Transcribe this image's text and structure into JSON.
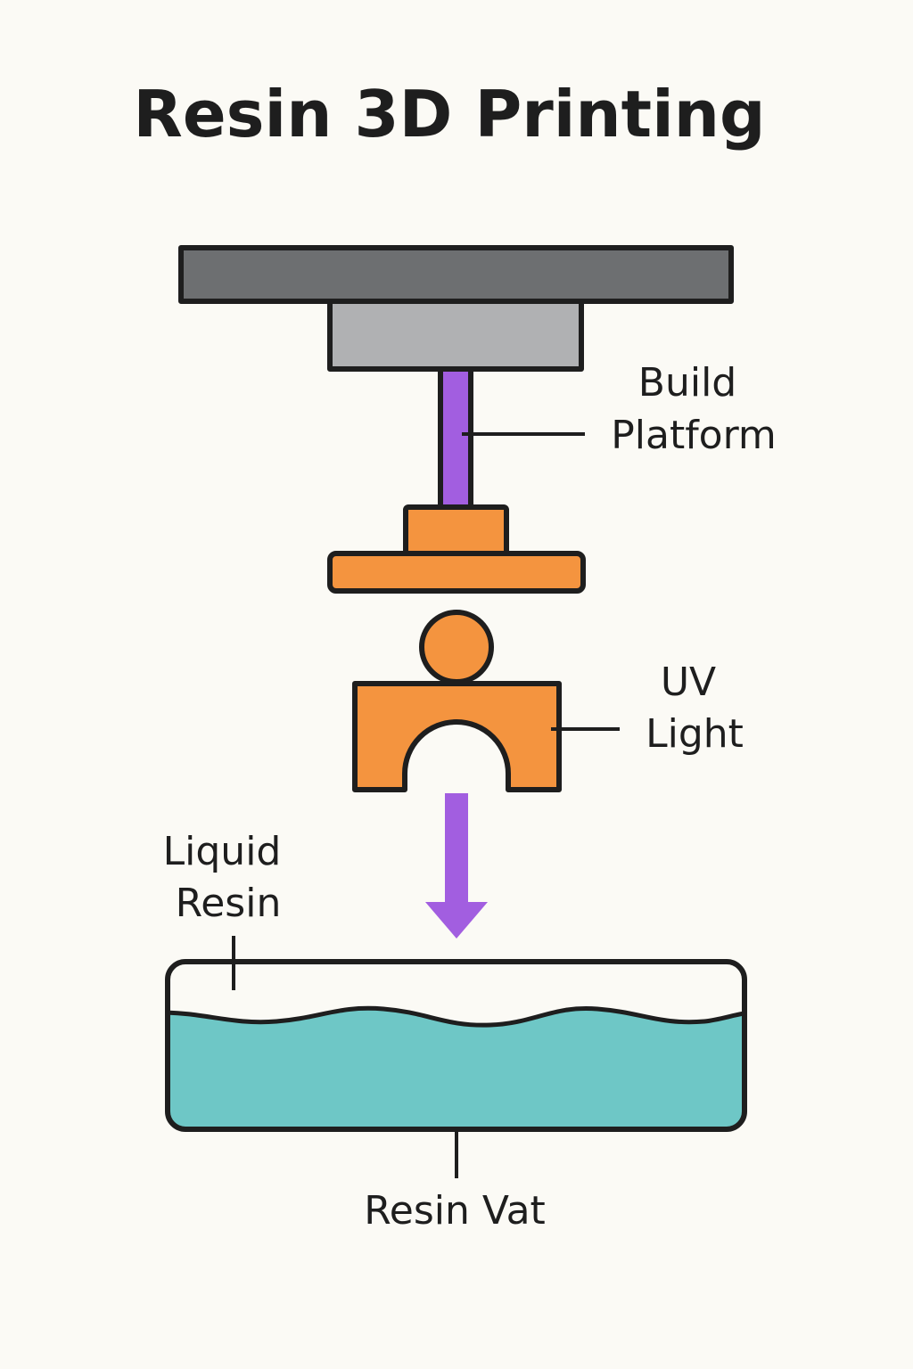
{
  "title": "Resin 3D Printing",
  "labels": {
    "build_platform": [
      "Build",
      "Platform"
    ],
    "uv_light": [
      "UV",
      "Light"
    ],
    "liquid_resin": [
      "Liquid",
      "Resin"
    ],
    "resin_vat": "Resin Vat"
  },
  "colors": {
    "background": "#fbfaf5",
    "outline": "#1e1e1e",
    "top_bar": "#6d6f71",
    "mount": "#b0b1b3",
    "rod": "#a25ee0",
    "orange": "#f4943f",
    "arrow": "#a25ee0",
    "resin": "#6ec7c6"
  }
}
